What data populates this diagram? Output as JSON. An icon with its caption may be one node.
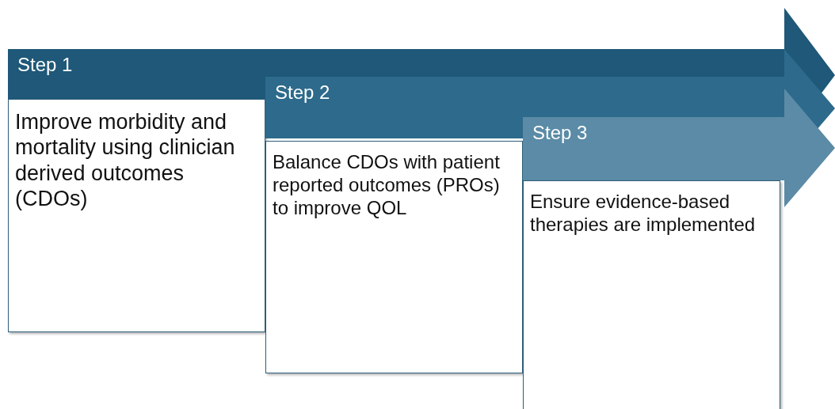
{
  "diagram": {
    "nodes": [
      {
        "text": [
          "Step 1"
        ]
      },
      {
        "text": [
          "Improve morbidity and mortality using clinician derived outcomes (CDOs)"
        ]
      },
      {
        "text": [
          "Step 2"
        ]
      },
      {
        "text": [
          "Balance CDOs with patient reported outcomes (PROs) to improve QOL"
        ]
      },
      {
        "text": [
          "Step 3"
        ]
      },
      {
        "text": [
          "Ensure evidence-based therapies are implemented"
        ]
      }
    ],
    "edges": []
  }
}
